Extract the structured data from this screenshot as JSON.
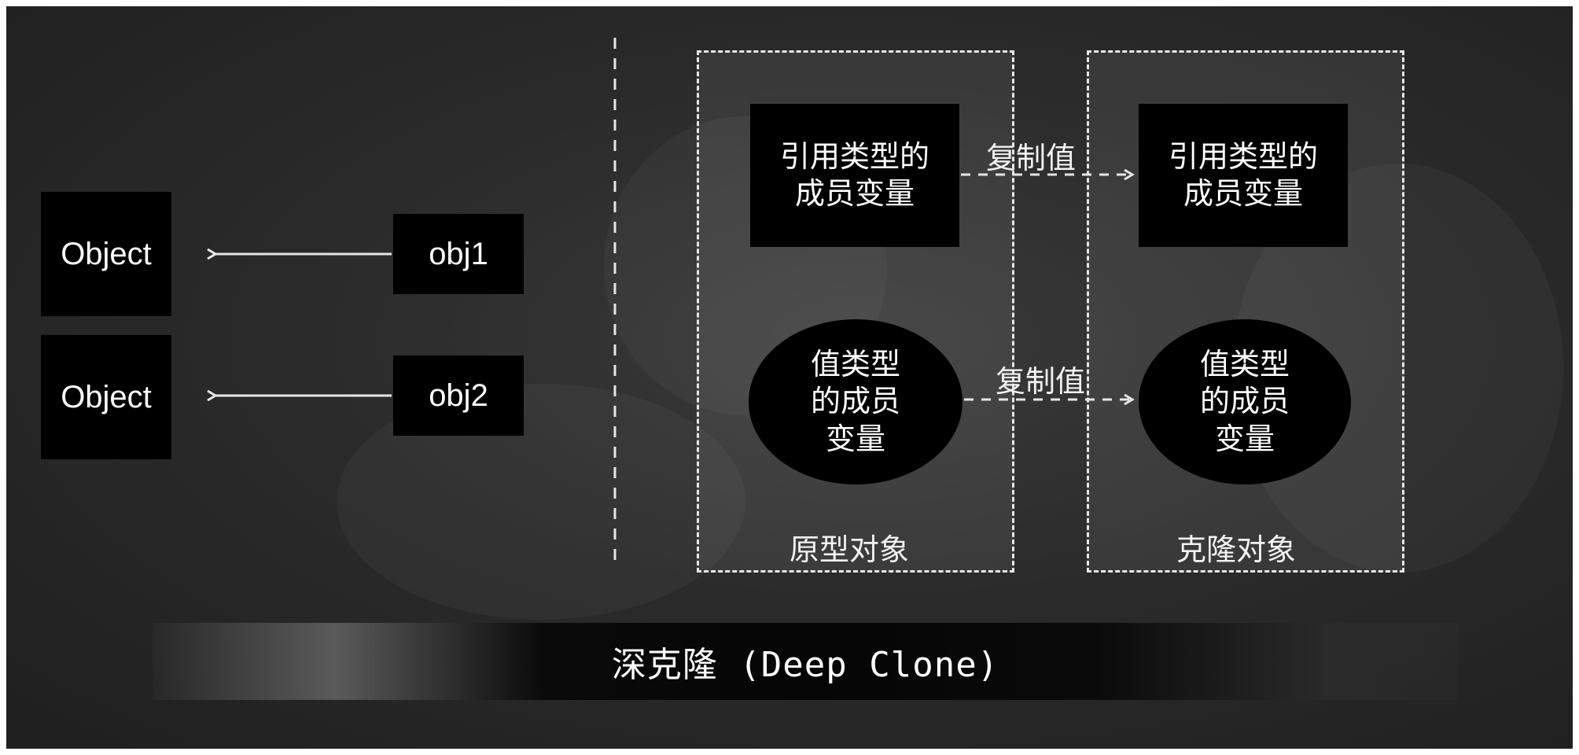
{
  "diagram": {
    "left": {
      "objects": [
        "Object",
        "Object"
      ],
      "refs": [
        "obj1",
        "obj2"
      ]
    },
    "prototype": {
      "caption": "原型对象",
      "ref_member": "引用类型的\n成员变量",
      "value_member": "值类型\n的成员\n变量"
    },
    "clone": {
      "caption": "克隆对象",
      "ref_member": "引用类型的\n成员变量",
      "value_member": "值类型\n的成员\n变量"
    },
    "copy_labels": [
      "复制值",
      "复制值"
    ],
    "banner": "深克隆 (Deep Clone)"
  },
  "colors": {
    "background": "#2b2b2b",
    "node_fill": "#000000",
    "line": "#e6e6e6"
  },
  "icons": [
    "arrow-left-icon",
    "dashed-arrow-right-icon"
  ]
}
